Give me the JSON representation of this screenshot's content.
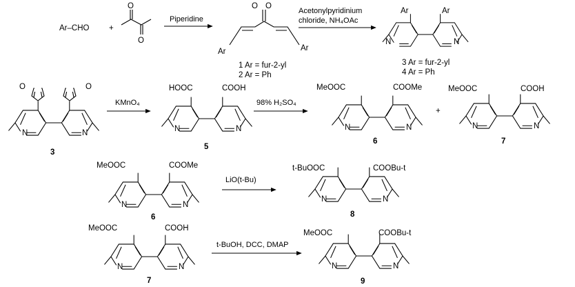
{
  "reaction1": {
    "reactant_aldehyde": "Ar–CHO",
    "plus": "+",
    "conditions": "Piperidine",
    "enone_ar_left": "Ar",
    "enone_ar_right": "Ar",
    "o_label": "O",
    "product_lines": [
      "1  Ar = fur-2-yl",
      "2  Ar = Ph"
    ]
  },
  "reaction2": {
    "conditions_line1": "Acetonylpyridinium",
    "conditions_line2": "chloride, NH₄OAc",
    "ar_left": "Ar",
    "ar_right": "Ar",
    "n_label": "N",
    "product_lines": [
      "3  Ar = fur-2-yl",
      "4  Ar = Ph"
    ]
  },
  "reaction3": {
    "reactant_number": "3",
    "o_label": "O",
    "n_label": "N",
    "conditions": "KMnO₄",
    "product_left": "HOOC",
    "product_right": "COOH",
    "product_number": "5"
  },
  "reaction4": {
    "conditions": "98% H₂SO₄",
    "product_a_left": "MeOOC",
    "product_a_right": "COOMe",
    "product_a_number": "6",
    "plus": "+",
    "product_b_left": "MeOOC",
    "product_b_right": "COOH",
    "product_b_number": "7"
  },
  "reaction5": {
    "reactant_left": "MeOOC",
    "reactant_right": "COOMe",
    "reactant_number": "6",
    "conditions": "LiO(t-Bu)",
    "product_left": "t-BuOOC",
    "product_right": "COOBu-t",
    "product_number": "8"
  },
  "reaction6": {
    "reactant_left": "MeOOC",
    "reactant_right": "COOH",
    "reactant_number": "7",
    "conditions": "t-BuOH, DCC, DMAP",
    "product_left": "MeOOC",
    "product_right": "COOBu-t",
    "product_number": "9"
  }
}
